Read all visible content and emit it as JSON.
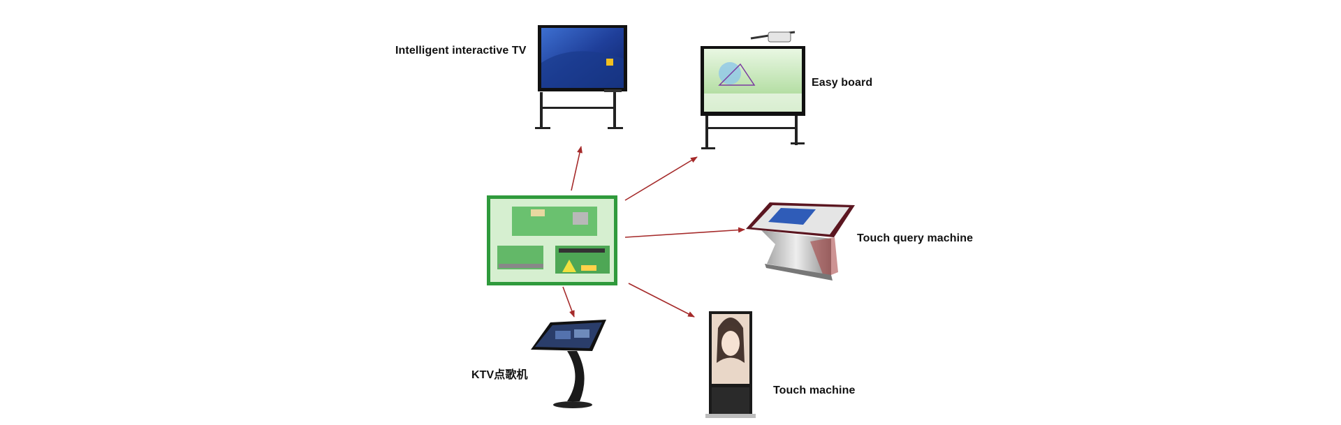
{
  "labels": {
    "interactive_tv": "Intelligent interactive TV",
    "easy_board": "Easy board",
    "touch_query_machine": "Touch query machine",
    "ktv": "KTV点歌机",
    "touch_machine": "Touch machine"
  },
  "colors": {
    "arrow": "#a52a2a",
    "board_green": "#2f9a3c",
    "board_bg": "#d6efd0",
    "screen_blue": "#2a4fa8",
    "stand_dark": "#1a1a1a",
    "kiosk_silver": "#c8c8c8"
  },
  "icons": {
    "center": "touch-controller-board-icon",
    "tv": "interactive-tv-icon",
    "easy_board": "easy-board-icon",
    "touch_query": "touch-query-machine-icon",
    "ktv": "ktv-machine-icon",
    "touch_machine": "touch-machine-icon"
  }
}
